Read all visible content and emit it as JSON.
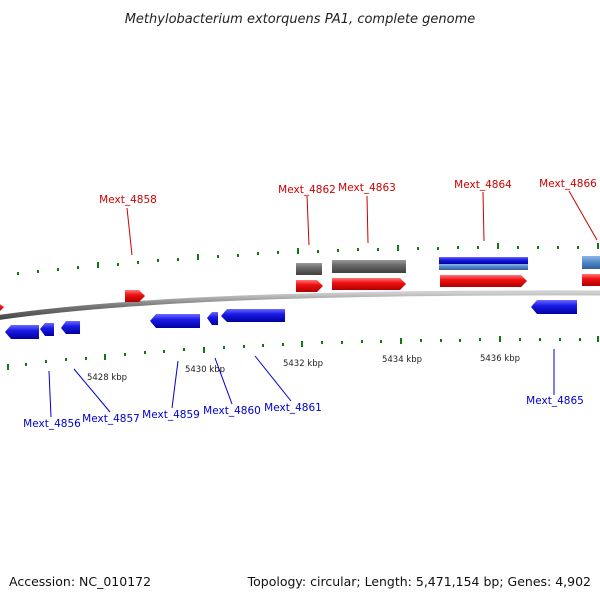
{
  "title": "Methylobacterium extorquens PA1, complete genome",
  "footer": {
    "accession": "Accession: NC_010172",
    "info": "Topology: circular; Length: 5,471,154 bp; Genes: 4,902"
  },
  "colors": {
    "forward_gene": "#ee1111",
    "reverse_gene": "#1111dd",
    "forward_label": "#cc0000",
    "reverse_label": "#0000cc",
    "rna_gray": "#666666",
    "light_blue": "#4f86c4",
    "tick": "#117711",
    "backbone": "#8a8a8a"
  },
  "kbp_labels": [
    "5428 kbp",
    "5430 kbp",
    "5432 kbp",
    "5434 kbp",
    "5436 kbp"
  ],
  "forward_genes": [
    "Mext_4858",
    "Mext_4862",
    "Mext_4863",
    "Mext_4864",
    "Mext_4866"
  ],
  "reverse_genes": [
    "Mext_4856",
    "Mext_4857",
    "Mext_4859",
    "Mext_4860",
    "Mext_4861",
    "Mext_4865"
  ]
}
